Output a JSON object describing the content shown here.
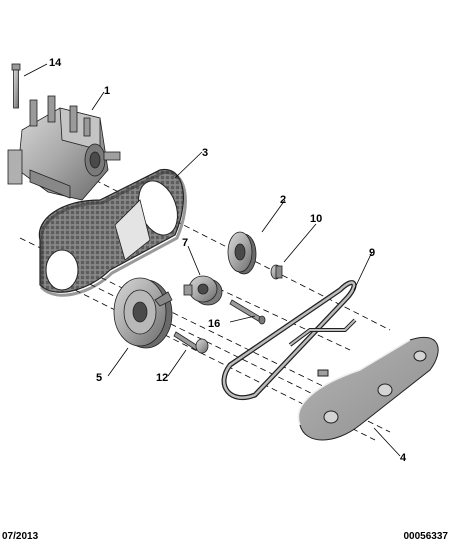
{
  "callouts": {
    "c1": "1",
    "c2": "2",
    "c3": "3",
    "c4": "4",
    "c5": "5",
    "c7": "7",
    "c9": "9",
    "c10": "10",
    "c12": "12",
    "c14": "14",
    "c16": "16"
  },
  "footer": {
    "date": "07/2013",
    "reference": "00056337"
  }
}
